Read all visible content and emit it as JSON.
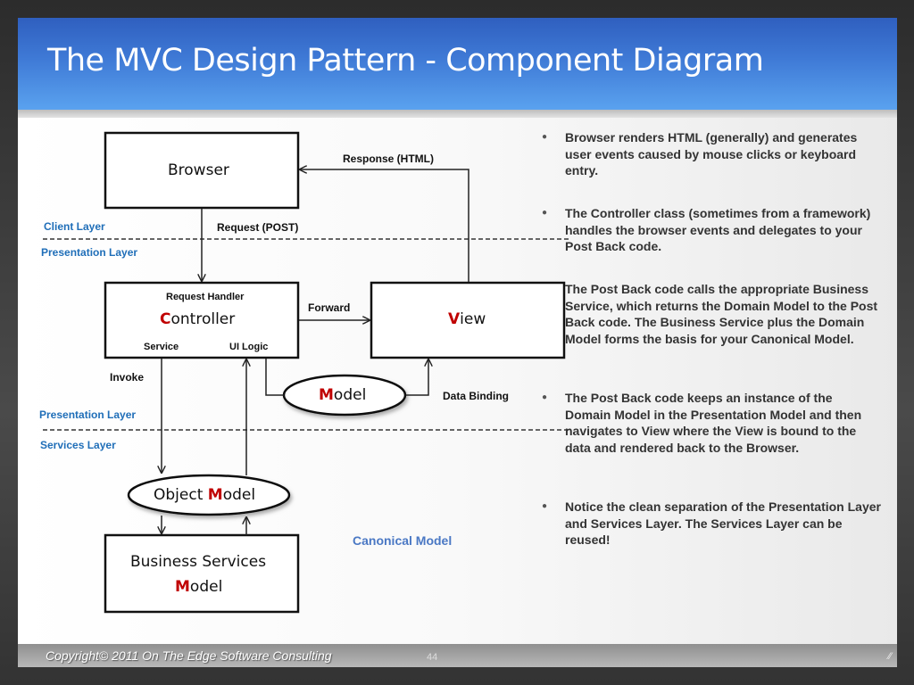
{
  "slide": {
    "title": "The MVC Design Pattern - Component Diagram",
    "footer": "Copyright© 2011 On The Edge Software Consulting",
    "page_number": "44"
  },
  "diagram": {
    "browser_box": "Browser",
    "controller_box": {
      "letter": "C",
      "rest": "ontroller",
      "top_label": "Request  Handler",
      "left_label": "Service",
      "right_label": "UI Logic"
    },
    "view_box": {
      "letter": "V",
      "rest": "iew"
    },
    "model_ellipse": {
      "letter": "M",
      "rest": "odel"
    },
    "object_model_ellipse": {
      "prefix": "Object ",
      "letter": "M",
      "rest": "odel"
    },
    "business_box": {
      "line1": "Business Services",
      "letter": "M",
      "rest": "odel"
    },
    "labels": {
      "response": "Response (HTML)",
      "request": "Request (POST)",
      "forward": "Forward",
      "invoke": "Invoke",
      "data_binding": "Data Binding",
      "canonical": "Canonical Model"
    },
    "layers": {
      "client": "Client Layer",
      "presentation_top": "Presentation  Layer",
      "presentation_bottom": "Presentation  Layer",
      "services": "Services Layer"
    }
  },
  "bullets": [
    "Browser renders HTML (generally) and generates user events caused by mouse clicks or keyboard entry.",
    "The Controller class (sometimes from a framework) handles the browser events and delegates to your Post Back code.",
    "The Post Back code calls the appropriate Business Service, which returns the Domain Model to the Post Back code. The Business Service plus the Domain Model forms the basis for your Canonical Model.",
    "The Post Back code keeps an instance of the Domain Model in the Presentation  Model and then navigates to View where the View is bound to the data and rendered back to the Browser.",
    "Notice the clean separation of the Presentation Layer and Services Layer. The Services Layer can be reused!"
  ],
  "colors": {
    "accent_red": "#c00000",
    "layer_blue": "#1f6eb8",
    "title_blue": "#3f7ad6"
  }
}
